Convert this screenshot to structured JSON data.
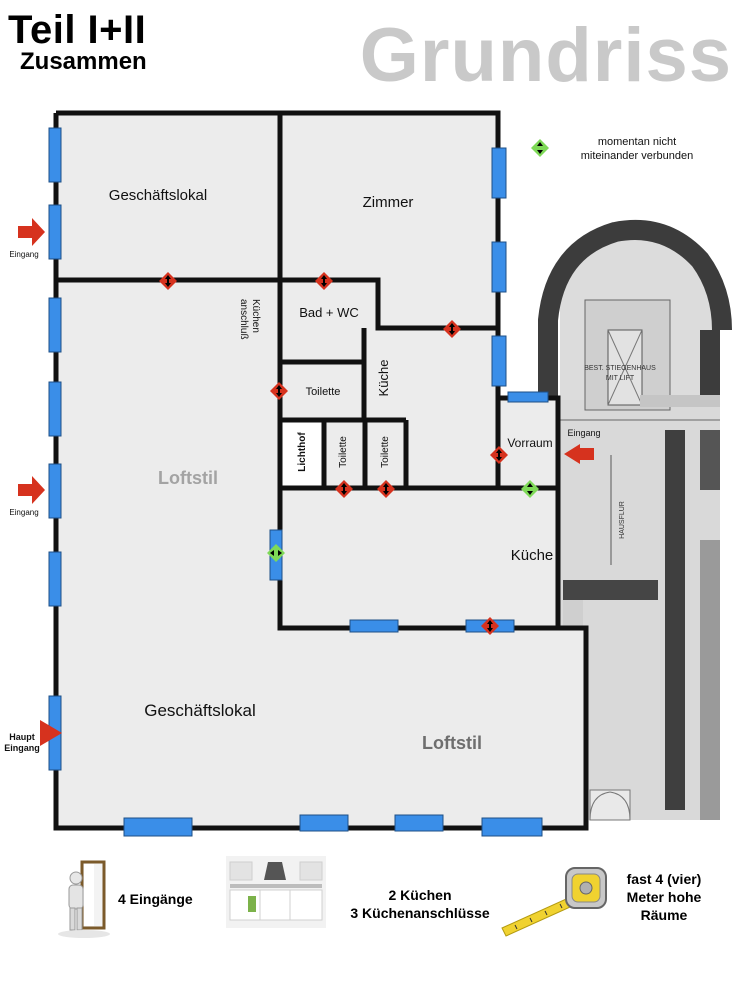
{
  "header": {
    "part": "Teil I+II",
    "together": "Zusammen",
    "title": "Grundriss"
  },
  "legend": {
    "note": [
      "momentan nicht",
      "miteinander verbunden"
    ]
  },
  "rooms": {
    "shop_top": "Geschäftslokal",
    "room": "Zimmer",
    "bath": "Bad + WC",
    "kitchen_hookup": [
      "Küchen",
      "anschluß"
    ],
    "toilet_1": "Toilette",
    "kitchen_small": "Küche",
    "lightwell": "Lichthof",
    "toilet_2": "Toilette",
    "toilet_3": "Toilette",
    "vestibule": "Vorraum",
    "loft_left": "Loftstil",
    "kitchen_big": "Küche",
    "shop_bottom": "Geschäftslokal",
    "loft_right": "Loftstil"
  },
  "entrances": {
    "entrance_1": "Eingang",
    "entrance_2": "Eingang",
    "main_entrance": [
      "Haupt",
      "Eingang"
    ],
    "stair_entrance": "Eingang"
  },
  "stairwell": {
    "stairs": [
      "BEST. STIEGENHAUS",
      "MIT LIFT"
    ],
    "corridor": "HAUSFLUR"
  },
  "features": {
    "entrances": "4 Eingänge",
    "kitchens": [
      "2 Küchen",
      "3 Küchenanschlüsse"
    ],
    "height": [
      "fast 4 (vier)",
      "Meter hohe",
      "Räume"
    ]
  },
  "colors": {
    "wall": "#111111",
    "floor": "#ececec",
    "window": "#3a8ee8",
    "door_marker": "#d6321e",
    "connector": "#7ed957",
    "title_grey": "#c9c9c9"
  }
}
